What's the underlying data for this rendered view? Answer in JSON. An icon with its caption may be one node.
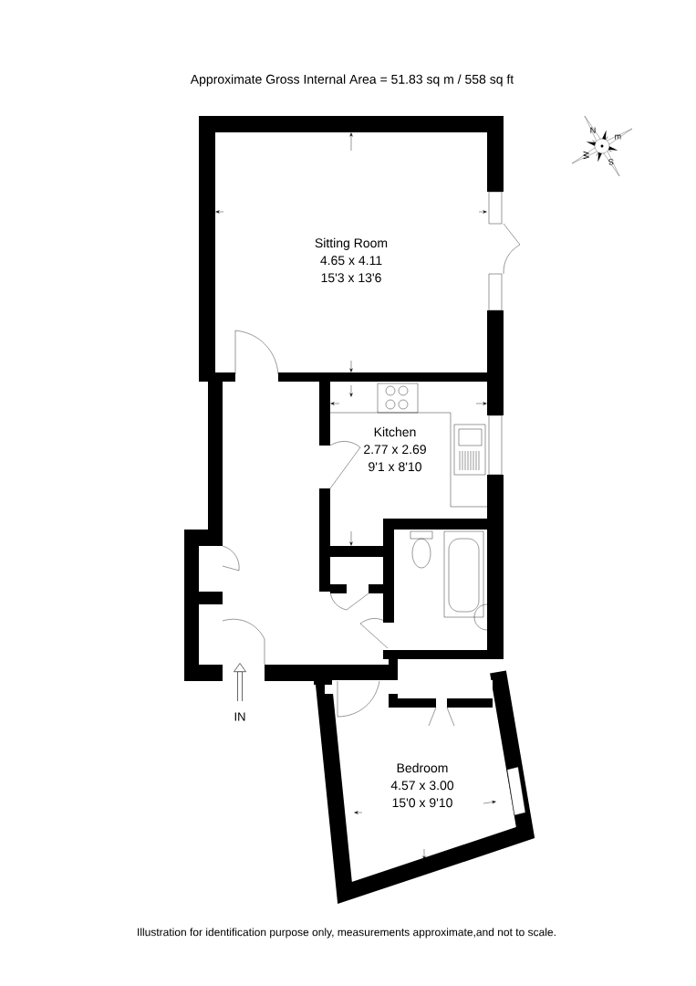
{
  "diagram": {
    "title": "Approximate Gross Internal Area = 51.83 sq m / 558 sq ft",
    "caption": "Illustration for identification purpose only, measurements approximate,and not to scale.",
    "nodes": [
      {
        "text": [
          "Sitting Room",
          "4.65 x 4.11",
          "15'3 x 13'6"
        ]
      },
      {
        "text": [
          "Kitchen",
          "2.77 x 2.69",
          "9'1 x 8'10"
        ]
      },
      {
        "text": [
          "Bedroom",
          "4.57 x 3.00",
          "15'0 x 9'10"
        ]
      }
    ],
    "edges": [],
    "labels": [
      "N",
      "E",
      "W",
      "S",
      "IN"
    ]
  }
}
